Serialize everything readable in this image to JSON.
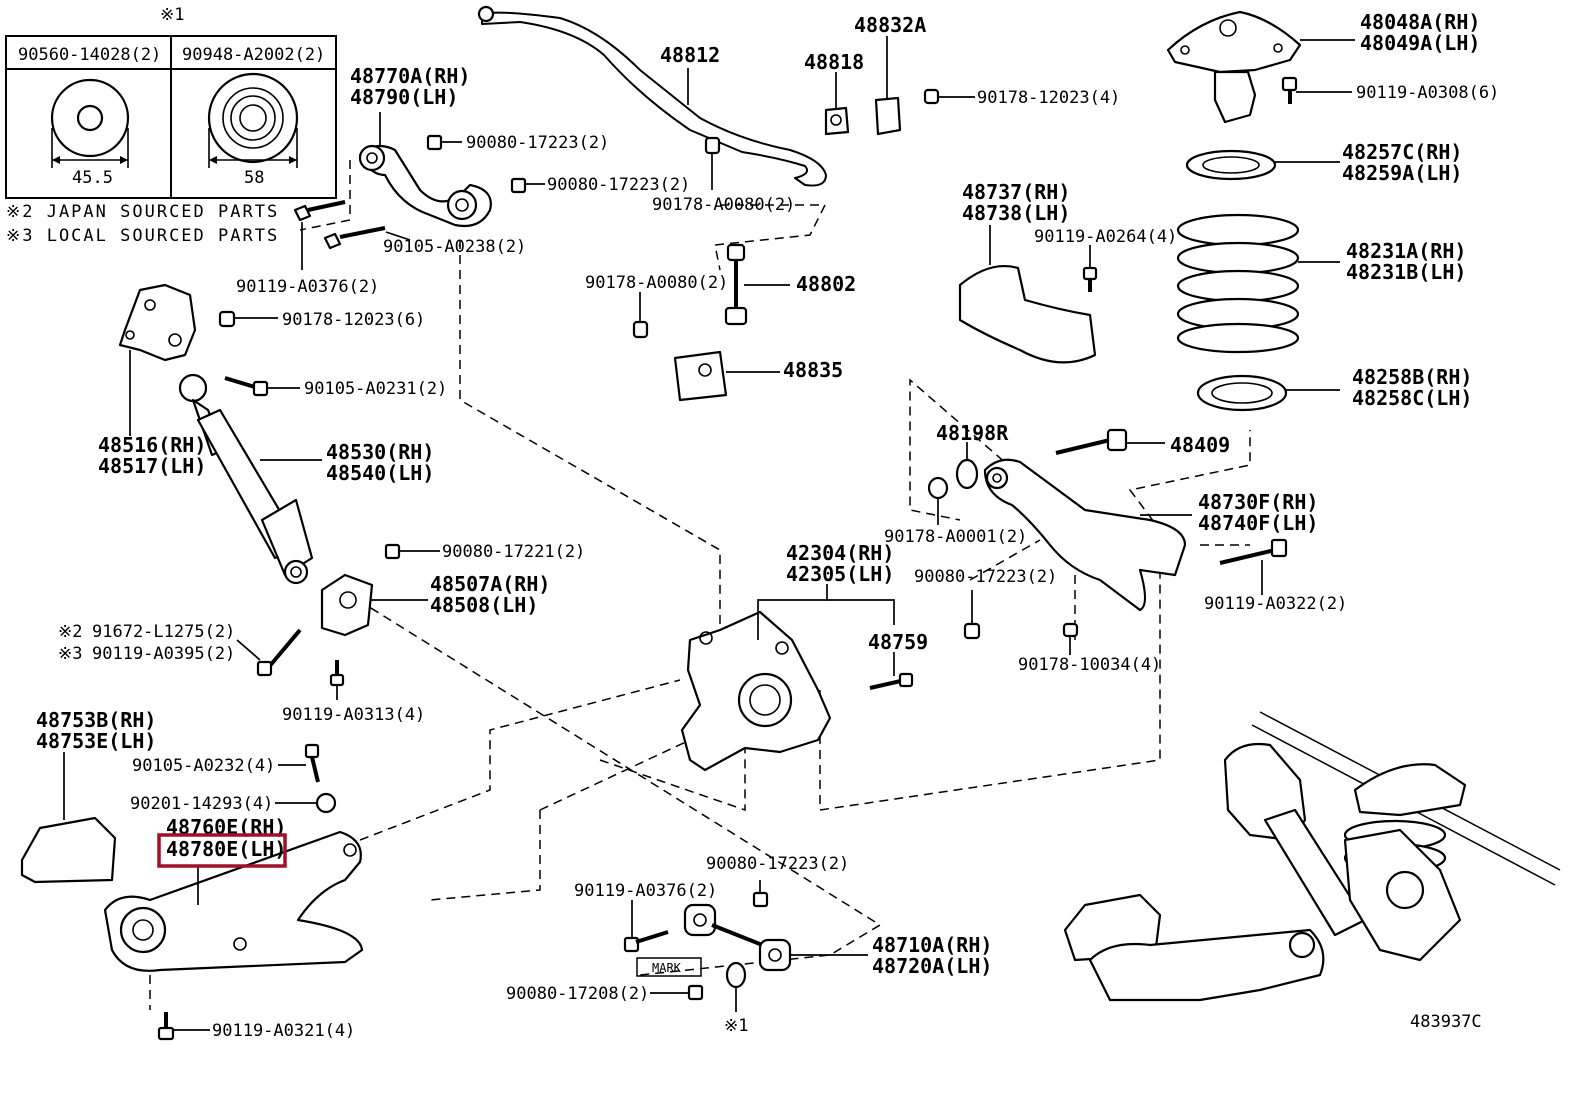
{
  "inset": {
    "header_mark": "※1",
    "left_part": "90560-14028(2)",
    "right_part": "90948-A2002(2)",
    "left_dim": "45.5",
    "right_dim": "58"
  },
  "notes": [
    "※2 JAPAN SOURCED PARTS",
    "※3 LOCAL SOURCED PARTS"
  ],
  "labels": {
    "p48770": [
      "48770A(RH)",
      "48790(LH)"
    ],
    "p90080_a": "90080-17223(2)",
    "p90080_b": "90080-17223(2)",
    "p90119_0376": "90119-A0376(2)",
    "p90105_0238": "90105-A0238(2)",
    "p90178_12023_6": "90178-12023(6)",
    "p90105_0231": "90105-A0231(2)",
    "p48516": [
      "48516(RH)",
      "48517(LH)"
    ],
    "p48530": [
      "48530(RH)",
      "48540(LH)"
    ],
    "p90080_17221": "90080-17221(2)",
    "p48507": [
      "48507A(RH)",
      "48508(LH)"
    ],
    "p91672": "91672-L1275(2)",
    "p91672_mark": "※2",
    "p90119_0395": "90119-A0395(2)",
    "p90119_0395_mark": "※3",
    "p90119_0313": "90119-A0313(4)",
    "p48753": [
      "48753B(RH)",
      "48753E(LH)"
    ],
    "p90105_0232": "90105-A0232(4)",
    "p90201": "90201-14293(4)",
    "p48760": [
      "48760E(RH)",
      "48780E(LH)"
    ],
    "p90119_0321": "90119-A0321(4)",
    "p48812": "48812",
    "p48818": "48818",
    "p48832": "48832A",
    "p90178_12023_4": "90178-12023(4)",
    "p90178_0080_a": "90178-A0080(2)",
    "p90178_0080_b": "90178-A0080(2)",
    "p48802": "48802",
    "p48835": "48835",
    "p42304": [
      "42304(RH)",
      "42305(LH)"
    ],
    "p48759": "48759",
    "p90080_17223_c": "90080-17223(2)",
    "p90119_0376_b": "90119-A0376(2)",
    "mark_tag": "MARK",
    "p48710": [
      "48710A(RH)",
      "48720A(LH)"
    ],
    "p90080_17208": "90080-17208(2)",
    "p_mark1": "※1",
    "p48048": [
      "48048A(RH)",
      "48049A(LH)"
    ],
    "p90119_0308": "90119-A0308(6)",
    "p48257": [
      "48257C(RH)",
      "48259A(LH)"
    ],
    "p48737": [
      "48737(RH)",
      "48738(LH)"
    ],
    "p90119_0264": "90119-A0264(4)",
    "p48231": [
      "48231A(RH)",
      "48231B(LH)"
    ],
    "p48258": [
      "48258B(RH)",
      "48258C(LH)"
    ],
    "p48198": "48198R",
    "p48409": "48409",
    "p48730": [
      "48730F(RH)",
      "48740F(LH)"
    ],
    "p90178_0001": "90178-A0001(2)",
    "p90080_17223_d": "90080-17223(2)",
    "p90119_0322": "90119-A0322(2)",
    "p90178_10034": "90178-10034(4)",
    "diagram_id": "483937C"
  },
  "highlight_color": "#a0102a"
}
